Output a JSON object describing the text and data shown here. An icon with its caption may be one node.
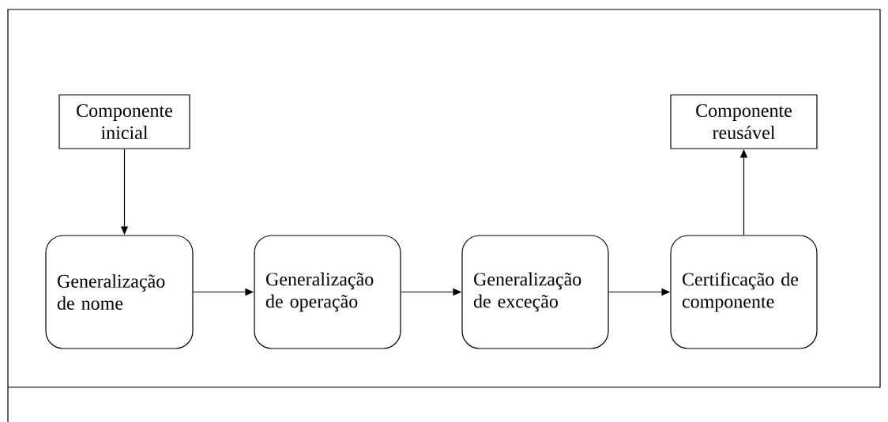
{
  "diagram": {
    "nodes": [
      {
        "text": [
          "Componente inicial"
        ]
      },
      {
        "text": [
          "Generalização de nome"
        ]
      },
      {
        "text": [
          "Generalização de operação"
        ]
      },
      {
        "text": [
          "Generalização de exceção"
        ]
      },
      {
        "text": [
          "Certificação de componente"
        ]
      },
      {
        "text": [
          "Componente reusável"
        ]
      }
    ],
    "edges": [
      {
        "from": 0,
        "to": 1,
        "arrow": "to"
      },
      {
        "from": 1,
        "to": 2,
        "arrow": "to"
      },
      {
        "from": 2,
        "to": 3,
        "arrow": "to"
      },
      {
        "from": 3,
        "to": 4,
        "arrow": "to"
      },
      {
        "from": 4,
        "to": 5,
        "arrow": "to"
      }
    ]
  }
}
